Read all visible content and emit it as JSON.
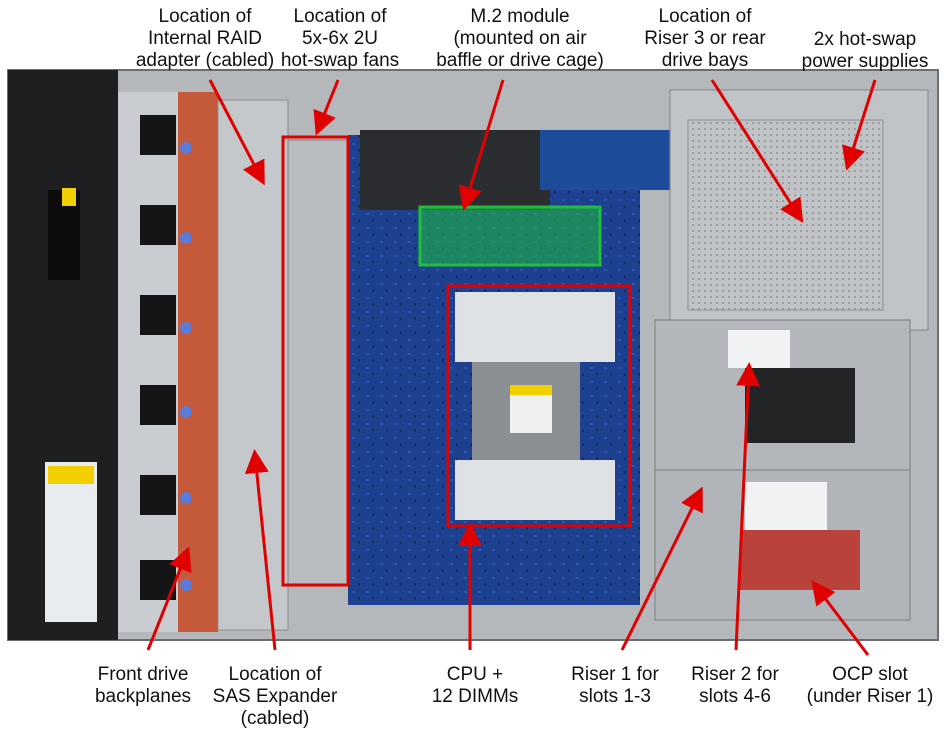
{
  "labels": {
    "raid": [
      "Location of",
      "Internal RAID",
      "adapter (cabled)"
    ],
    "fans": [
      "Location of",
      "5x-6x 2U",
      "hot-swap fans"
    ],
    "m2": [
      "M.2 module",
      "(mounted on air",
      "baffle or drive cage)"
    ],
    "riser3": [
      "Location of",
      "Riser 3 or rear",
      "drive bays"
    ],
    "psu": [
      "2x hot-swap",
      "power supplies"
    ],
    "front": [
      "Front drive",
      "backplanes"
    ],
    "sas": [
      "Location of",
      "SAS Expander",
      "(cabled)"
    ],
    "cpu": [
      "CPU +",
      "12 DIMMs"
    ],
    "riser1": [
      "Riser 1 for",
      "slots 1-3"
    ],
    "riser2": [
      "Riser 2 for",
      "slots 4-6"
    ],
    "ocp": [
      "OCP slot",
      "(under Riser 1)"
    ]
  },
  "colors": {
    "arrow": "#e00000",
    "highlight_box": "#e00000",
    "m2_highlight": "#1fbf3a",
    "chassis": "#a9adb1",
    "board": "#1c3f8a"
  }
}
